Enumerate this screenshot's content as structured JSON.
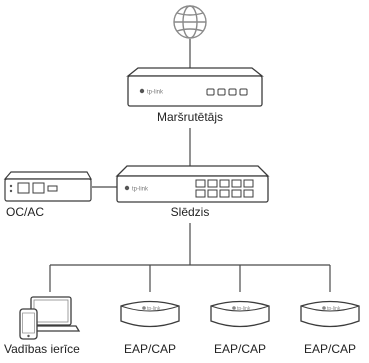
{
  "diagram": {
    "nodes": {
      "internet": {
        "icon": "globe-icon"
      },
      "router": {
        "label": "Maršrutētājs",
        "brand": "tp-link",
        "icon": "router-icon"
      },
      "controller": {
        "label": "OC/AC",
        "icon": "controller-icon"
      },
      "switch": {
        "label": "Slēdzis",
        "brand": "tp-link",
        "icon": "switch-icon"
      },
      "management": {
        "label": "Vadības ierīce",
        "icon": "laptop-phone-icon"
      },
      "ap1": {
        "label": "EAP/CAP",
        "brand": "tp-link",
        "icon": "access-point-icon"
      },
      "ap2": {
        "label": "EAP/CAP",
        "brand": "tp-link",
        "icon": "access-point-icon"
      },
      "ap3": {
        "label": "EAP/CAP",
        "brand": "tp-link",
        "icon": "access-point-icon"
      }
    },
    "colors": {
      "line": "#4a4a4a",
      "device_fill": "#ffffff",
      "device_stroke": "#3c3c3c"
    }
  }
}
